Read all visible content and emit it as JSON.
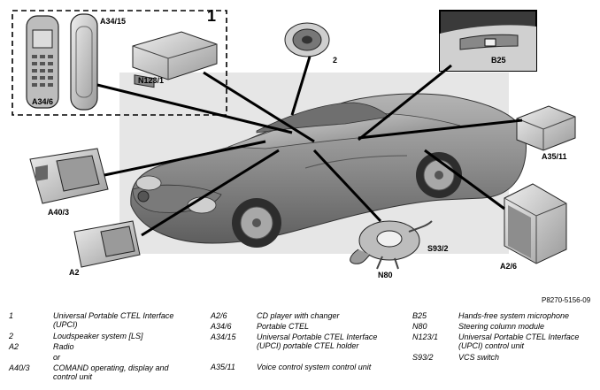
{
  "callouts": {
    "group_1": "1",
    "speaker_2": "2",
    "a34_15": "A34/15",
    "a34_6": "A34/6",
    "n123_1": "N123/1",
    "b25": "B25",
    "a35_11": "A35/11",
    "a40_3": "A40/3",
    "a2": "A2",
    "s93_2": "S93/2",
    "a2_6": "A2/6",
    "n80": "N80"
  },
  "figure_ref": "P8270-5156-09",
  "legend": [
    {
      "code": "1",
      "text": "Universal Portable CTEL Interface (UPCI)"
    },
    {
      "code": "2",
      "text": "Loudspeaker system [LS]"
    },
    {
      "code": "A2",
      "text": "Radio"
    },
    {
      "code": "",
      "text": "or"
    },
    {
      "code": "A40/3",
      "text": "COMAND operating, display and control unit"
    },
    {
      "code": "A2/6",
      "text": "CD player with changer"
    },
    {
      "code": "A34/6",
      "text": "Portable CTEL"
    },
    {
      "code": "A34/15",
      "text": "Universal Portable CTEL Interface (UPCI) portable CTEL holder"
    },
    {
      "code": "A35/11",
      "text": "Voice control system control unit"
    },
    {
      "code": "B25",
      "text": "Hands-free system microphone"
    },
    {
      "code": "N80",
      "text": "Steering column module"
    },
    {
      "code": "N123/1",
      "text": "Universal Portable CTEL Interface (UPCI) control unit"
    },
    {
      "code": "S93/2",
      "text": "VCS switch"
    }
  ],
  "colors": {
    "car": "#8c8c8c",
    "background_panel": "#e6e6e6",
    "line": "#000000"
  }
}
